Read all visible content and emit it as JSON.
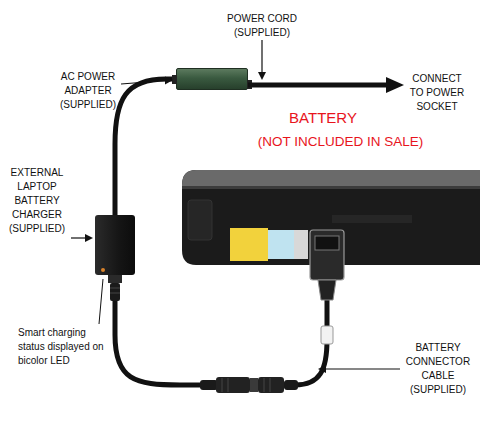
{
  "diagram": {
    "nodes": [
      {
        "text": [
          "AC POWER ADAPTER (SUPPLIED)"
        ]
      },
      {
        "text": [
          "BATTERY",
          "(NOT INCLUDED IN SALE)"
        ]
      },
      {
        "text": [
          "EXTERNAL LAPTOP BATTERY CHARGER (SUPPLIED)"
        ]
      }
    ],
    "edges": [
      {
        "from": 0,
        "to": 2,
        "arrow": "none"
      },
      {
        "from": 2,
        "to": 1,
        "arrow": "none"
      }
    ],
    "labels": [
      "POWER CORD (SUPPLIED)",
      "CONNECT TO POWER SOCKET",
      "Smart charging status displayed on bicolor LED",
      "BATTERY CONNECTOR CABLE (SUPPLIED)"
    ]
  }
}
